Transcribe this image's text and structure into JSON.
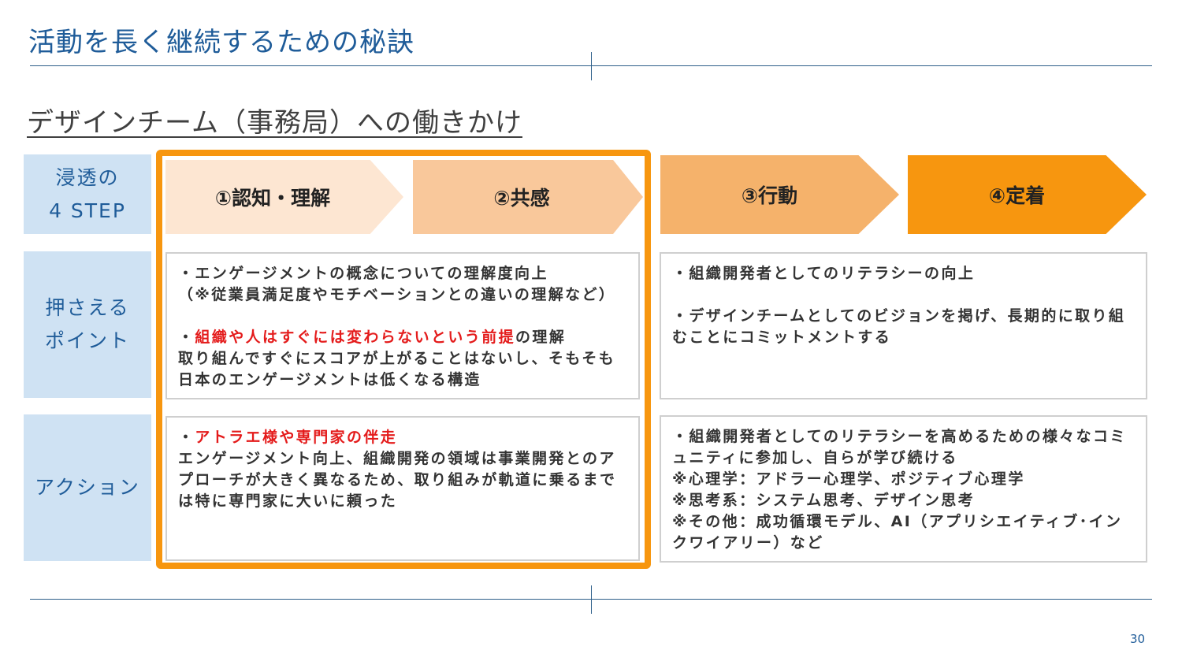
{
  "title": "活動を長く継続するための秘訣",
  "subtitle": "デザインチーム（事務局）への働きかけ",
  "row_labels": [
    "浸透の\n4 STEP",
    "押さえる\nポイント",
    "アクション"
  ],
  "steps": [
    {
      "label": "①認知・理解",
      "color": "#fde6d2"
    },
    {
      "label": "②共感",
      "color": "#f9c89b"
    },
    {
      "label": "③行動",
      "color": "#f5b26b"
    },
    {
      "label": "④定着",
      "color": "#f7960f"
    }
  ],
  "points_left": {
    "line1": "・エンゲージメントの概念についての理解度向上\n（※従業員満足度やモチベーションとの違いの理解など）",
    "bullet2_prefix": "・",
    "bullet2_highlight": "組織や人はすぐには変わらないという前提",
    "bullet2_suffix": "の理解",
    "bullet2_body": "取り組んですぐにスコアが上がることはないし、そもそも日本のエンゲージメントは低くなる構造"
  },
  "points_right": "・組織開発者としてのリテラシーの向上\n\n・デザインチームとしてのビジョンを掲げ、長期的に取り組むことにコミットメントする",
  "action_left": {
    "prefix": "・",
    "highlight": "アトラエ様や専門家の伴走",
    "body": "エンゲージメント向上、組織開発の領域は事業開発とのアプローチが大きく異なるため、取り組みが軌道に乗るまでは特に専門家に大いに頼った"
  },
  "action_right": "・組織開発者としてのリテラシーを高めるための様々なコミュニティに参加し、自らが学び続ける\n※心理学：アドラー心理学、ポジティブ心理学\n※思考系：システム思考、デザイン思考\n※その他：成功循環モデル、AI（アプリシエイティブ･インクワイアリー）など",
  "page_number": "30",
  "colors": {
    "accent": "#f7960f",
    "label_bg": "#cfe2f3",
    "title": "#1f5c99",
    "highlight": "#e41b1b"
  }
}
